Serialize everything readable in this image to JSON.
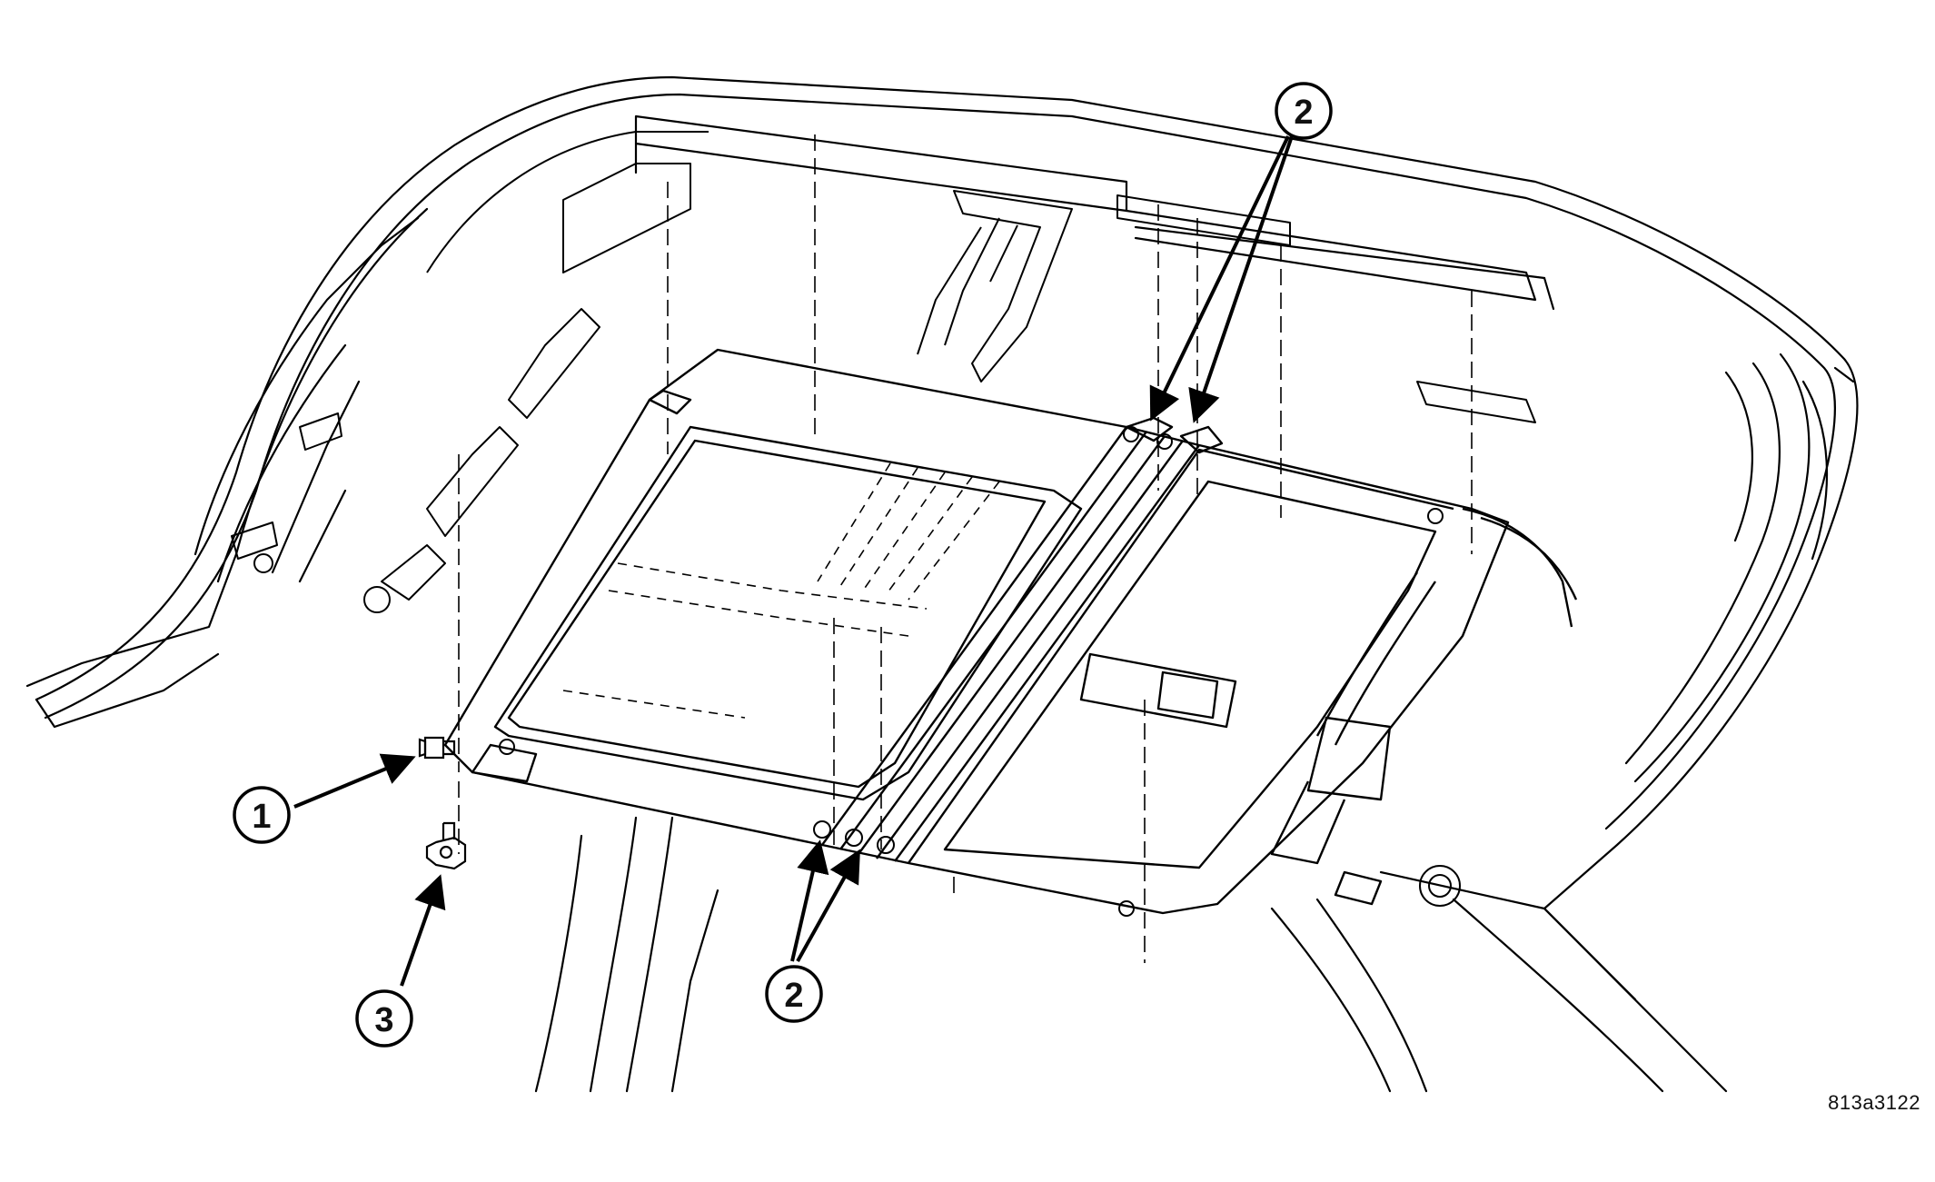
{
  "figure": {
    "id": "813a3122",
    "callouts": [
      {
        "label": "1"
      },
      {
        "label": "2"
      },
      {
        "label": "2"
      },
      {
        "label": "3"
      }
    ]
  }
}
